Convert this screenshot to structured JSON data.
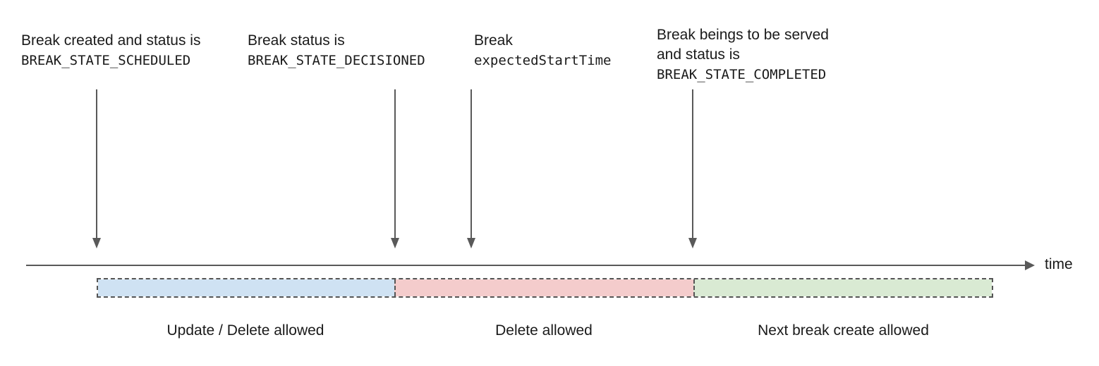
{
  "annotations": [
    {
      "name": "break-scheduled",
      "lines": [
        "Break created and status is",
        "BREAK_STATE_SCHEDULED"
      ]
    },
    {
      "name": "break-decisioned",
      "lines": [
        "Break status is",
        "BREAK_STATE_DECISIONED"
      ]
    },
    {
      "name": "break-expected-start",
      "lines": [
        "Break",
        "expectedStartTime"
      ]
    },
    {
      "name": "break-completed",
      "lines": [
        "Break beings to be served",
        "and status is",
        "BREAK_STATE_COMPLETED"
      ]
    }
  ],
  "timeline": {
    "axis_label": "time",
    "line_color": "#595959",
    "arrow_color": "#595959",
    "dash_border_color": "#555555"
  },
  "segments": [
    {
      "label": "Update / Delete allowed",
      "fill": "#cfe2f3"
    },
    {
      "label": "Delete allowed",
      "fill": "#f4cccc"
    },
    {
      "label": "Next break create allowed",
      "fill": "#d9ead3"
    }
  ],
  "colors": {
    "text": "#1a1a1a",
    "background": "#ffffff"
  }
}
